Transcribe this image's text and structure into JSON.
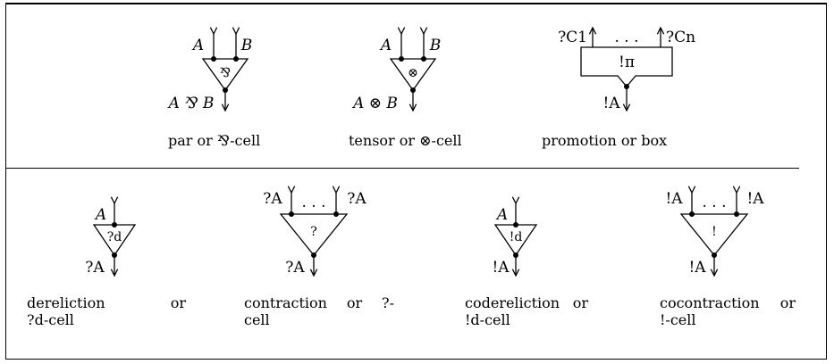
{
  "cells": {
    "par": {
      "in_left": "A",
      "in_right": "B",
      "symbol": "⅋",
      "out": "A ⅋ B",
      "caption": "par or ⅋-cell"
    },
    "tensor": {
      "in_left": "A",
      "in_right": "B",
      "symbol": "⊗",
      "out": "A ⊗ B",
      "caption": "tensor or ⊗-cell"
    },
    "promotion": {
      "in_left": "?C1",
      "dots": ". . .",
      "in_right": "?Cn",
      "symbol": "!π",
      "out": "!A",
      "caption": "promotion or box"
    },
    "dereliction": {
      "in": "A",
      "symbol": "?d",
      "out": "?A",
      "caption_line1": "dereliction or",
      "caption_line2": "?d-cell"
    },
    "contraction": {
      "in_left": "?A",
      "dots": ". . .",
      "in_right": "?A",
      "symbol": "?",
      "out": "?A",
      "caption_line1": "contraction or ?-",
      "caption_line2": "cell"
    },
    "codereliction": {
      "in": "A",
      "symbol": "!d",
      "out": "!A",
      "caption_line1": "codereliction or",
      "caption_line2": "!d-cell"
    },
    "cocontraction": {
      "in_left": "!A",
      "dots": ". . .",
      "in_right": "!A",
      "symbol": "!",
      "out": "!A",
      "caption_line1": "cocontraction or",
      "caption_line2": "!-cell"
    }
  }
}
